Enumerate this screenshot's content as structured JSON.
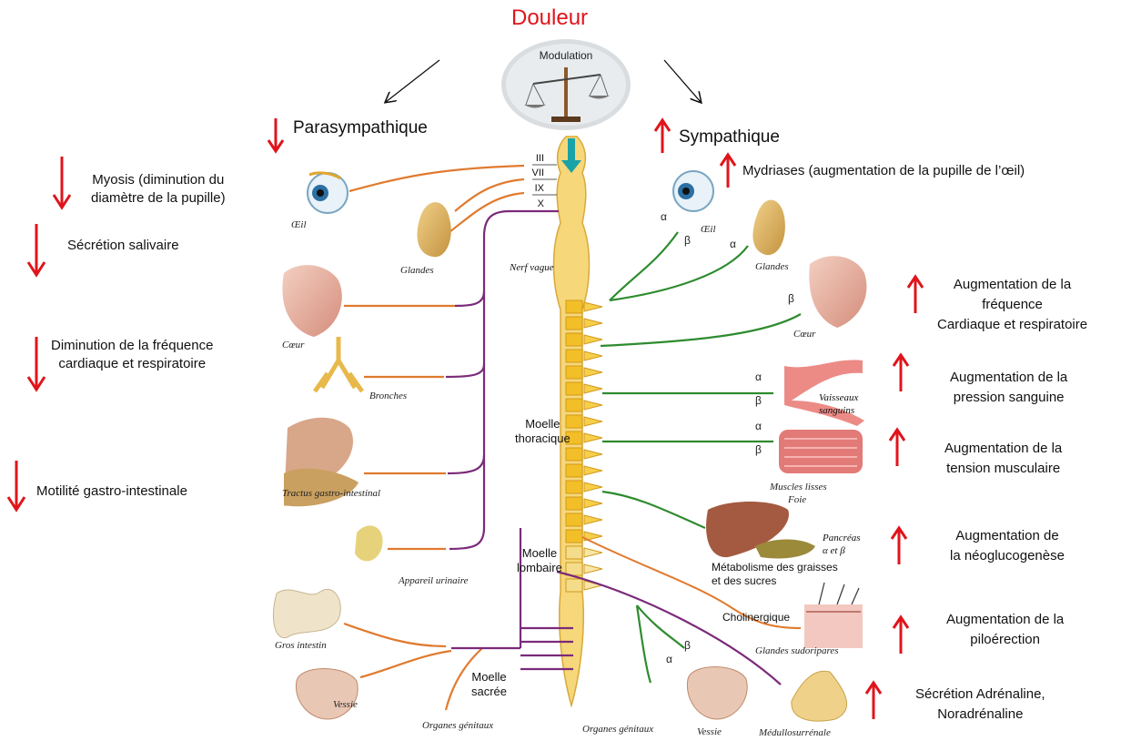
{
  "title": "Douleur",
  "modulation": "Modulation",
  "systems": {
    "parasympathetic": "Parasympathique",
    "sympathetic": "Sympathique"
  },
  "left_effects": [
    {
      "text": "Myosis (diminution du\ndiamètre de la pupille)"
    },
    {
      "text": "Sécrétion salivaire"
    },
    {
      "text": "Diminution de la  fréquence\ncardiaque et respiratoire"
    },
    {
      "text": "Motilité gastro-intestinale"
    }
  ],
  "right_effects": [
    {
      "text": "Mydriases (augmentation de la pupille de l’œil)"
    },
    {
      "text": "Augmentation de la\nfréquence\nCardiaque et respiratoire"
    },
    {
      "text": "Augmentation de la\npression sanguine"
    },
    {
      "text": "Augmentation de la\ntension musculaire"
    },
    {
      "text": "Augmentation de\nla néoglucogenèse"
    },
    {
      "text": "Augmentation de la\npiloérection"
    },
    {
      "text": "Sécrétion Adrénaline,\nNoradrénaline"
    }
  ],
  "diagram": {
    "cranial_nerves": [
      "III",
      "VII",
      "IX",
      "X"
    ],
    "spinal_labels": {
      "nerf_vague": "Nerf vague",
      "moelle_thoracique": "Moelle\nthoracique",
      "moelle_lombaire": "Moelle\nlombaire",
      "moelle_sacree": "Moelle\nsacrée",
      "cholinergique": "Cholinergique"
    },
    "left_organs": {
      "oeil": "Œil",
      "glandes": "Glandes",
      "coeur": "Cœur",
      "bronches": "Bronches",
      "tractus": "Tractus gastro-intestinal",
      "appareil": "Appareil urinaire",
      "gros_intestin": "Gros intestin",
      "vessie": "Vessie",
      "organes": "Organes génitaux"
    },
    "right_organs": {
      "oeil": "Œil",
      "glandes": "Glandes",
      "coeur": "Cœur",
      "vaisseaux": "Vaisseaux\nsanguins",
      "muscles": "Muscles lisses",
      "foie": "Foie",
      "pancreas": "Pancréas\nα et β",
      "metabolisme": "Métabolisme des graisses\net des sucres",
      "glandes_sud": "Glandes sudoripares",
      "organes": "Organes génitaux",
      "vessie": "Vessie",
      "medullo": "Médullosurrénale"
    },
    "receptors": {
      "alpha": "α",
      "beta": "β"
    }
  },
  "colors": {
    "arrow_red": "#e0141b",
    "parasympathetic_line": "#e07a2e",
    "vagus_line": "#7b2a7a",
    "sympathetic_line": "#2e8b2e",
    "spine": "#f6d77a",
    "spine_dark": "#f2bf28"
  }
}
